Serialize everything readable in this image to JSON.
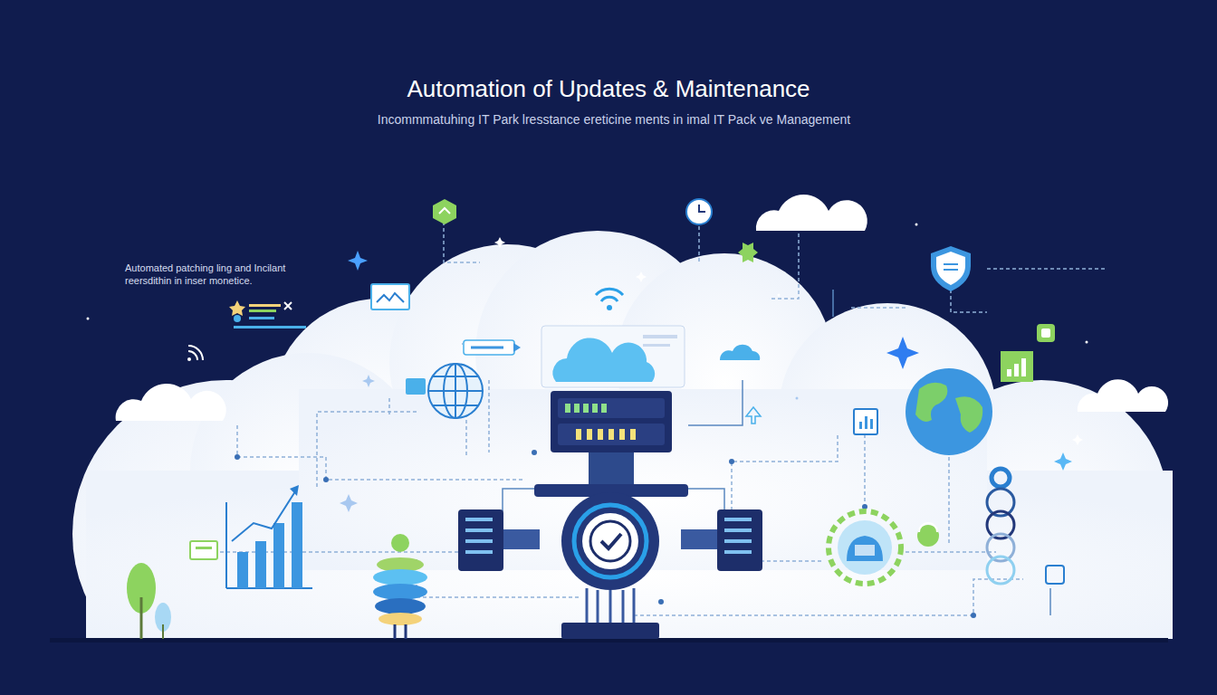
{
  "diagram": {
    "title": "Automation of Updates & Maintenance",
    "labels": [
      "Incommmatuhing IT Park lresstance ereticine ments in imal IT Pack ve Management",
      "Automated patching ling and Incilant reersdithin in inser monetice."
    ]
  }
}
